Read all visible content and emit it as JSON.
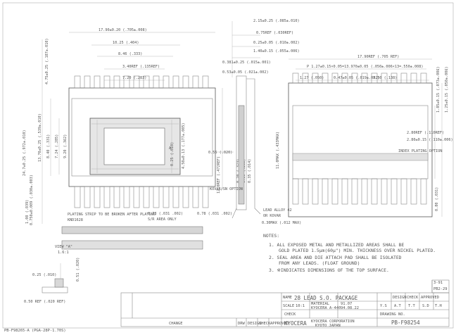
{
  "dims_top": {
    "overall_width": "17.90±0.20 (.705±.008)",
    "d1": "10.25 (.404)",
    "d2": "8.46 (.333)",
    "d3": "3.40REF (.135REF)",
    "d4": "7.20 (.283)",
    "d5": "4.75±0.25 (.187±.010)"
  },
  "dims_left": {
    "a": "0.750±0.009 (.030±.003)",
    "b": "24.7±0.25 (.972±.010)",
    "c": "13.70±0.25 (.539±.010)",
    "d": "8.40 (.331)",
    "e": "7.24 (.285)",
    "f": "9.20 (.362)",
    "g": "1.00 (.039)"
  },
  "dims_mid": {
    "a": "0.55 (.020)",
    "b": "12.0REF (.472REF)",
    "c": "0.25 (.010)",
    "d": "4.50±0.13 (.177±.005)",
    "e": "8.20 (.323)",
    "f": "6.80 (.268)",
    "g": "0.35 (.014)"
  },
  "dims_side": {
    "a": "2.15±0.25 (.085±.010)",
    "b": "0.75REF (.030REF)",
    "c": "0.25±0.05 (.010±.002)",
    "d": "1.40±0.15 (.055±.006)",
    "e": "0.381±0.25 (.015±.001)",
    "f": "0.53±0.05 (.021±.002)"
  },
  "dims_right": {
    "a": "17.90REF (.705 REF)",
    "b": "P 1.27±0.15×0.05=13.970±0.05 (.050±.006×13=.550±.008)",
    "c": "1.27 (.050)",
    "d": "0.47±0.05 (.019±.002)",
    "e": "3.50 (.138)",
    "f": "1.85±0.15 (.073±.006)",
    "g": "1.25±0.15 (.050±.006)",
    "h": "2.80REF (.110REF)",
    "i": "2.80±0.15 (.110±.006)",
    "j": "11.0MAX (.433MAX)",
    "k": "0.80 (.031)"
  },
  "callouts": {
    "plating_strip": "PLATING STRIP TO BE BROKEN AFTER PLATING",
    "plating_strip_code": "KND1628",
    "area_dims1": "0.78 (.031 .002)",
    "area_dims2": "0.78 (.031 .002)",
    "sr_area": "S/R AREA ONLY",
    "kovar_option": "KOVAR/SN OPTION",
    "lead_alloy": "LEAD ALLOY 42",
    "or_kovar": "OR KOVAR",
    "lead_thickness": "0.30MAX (.012 MAX)",
    "index_plating": "INDEX PLATING OPTION",
    "view_a": "VIEW \"A\"",
    "scale_note": "1.6:1",
    "label_a": "A"
  },
  "view_a_dims": {
    "a": "0.25 (.010)",
    "b": "0.51 (.020)",
    "c": "0.50 REF (.020 REF)"
  },
  "notes": {
    "heading": "NOTES:",
    "n1a": "1.  ALL EXPOSED METAL AND METALLIZED AREAS SHALL BE",
    "n1b": "GOLD PLATED 1.5μm(60μ\") MIN. THICKNESS OVER NICKEL PLATED.",
    "n2a": "2.  SEAL AREA AND DIE ATTACH PAD SHALL BE ISOLATED",
    "n2b": "FROM ANY LEADS. (FLOAT GROUND)",
    "n3": "3.  ※INDICATES DIMENSIONS OF THE TOP SURFACE."
  },
  "title_block": {
    "name_label": "NAME",
    "name_value": "28 LEAD S.O. PACKAGE",
    "scale_label": "SCALE",
    "scale_value": "10:1",
    "material_label": "MATERIAL",
    "material_value": "KYOCERA A-440",
    "check_label": "CHECK",
    "change_label": "CHANGE",
    "date": "91.07",
    "date2": "94.08.22",
    "company": "KYOCERA CORPORATION",
    "company_loc": "KYOTO  JAPAN",
    "brand": "KYOCERA",
    "drawing_label": "DRAWING NO.",
    "drawing_no": "PB-F98254",
    "design_label": "DESIGN",
    "check2_label": "CHECK",
    "approved_label": "APPROVED",
    "rev": "PB2-29",
    "mark1": "Y.S",
    "mark2": "A.T",
    "mark3": "T.T",
    "mark4": "S.D",
    "mark5": "T.H",
    "mark6": "3-91",
    "sheet_cols": [
      "DRW",
      "DESIGN",
      "CHECK",
      "APPROVED",
      "CHANGE"
    ],
    "ref_code": "PB-F98265-A (PGA-28P-1.70S)"
  }
}
